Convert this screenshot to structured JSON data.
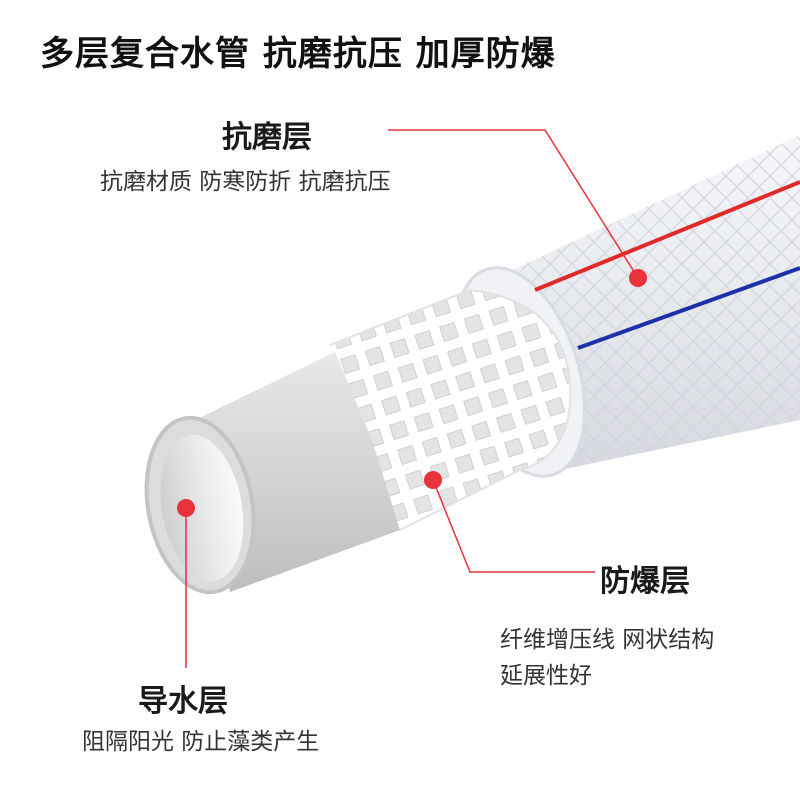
{
  "headline": "多层复合水管 抗磨抗压 加厚防爆",
  "layers": {
    "wear": {
      "title": "抗磨层",
      "desc": "抗磨材质 防寒防折 抗磨抗压"
    },
    "burst": {
      "title": "防爆层",
      "desc_line1": "纤维增压线 网状结构",
      "desc_line2": "延展性好"
    },
    "water": {
      "title": "导水层",
      "desc": "阻隔阳光 防止藻类产生"
    }
  },
  "colors": {
    "marker": "#e8323c",
    "red_stripe": "#e02a2a",
    "blue_stripe": "#1f2fa8",
    "leader_line": "#e8323c"
  }
}
